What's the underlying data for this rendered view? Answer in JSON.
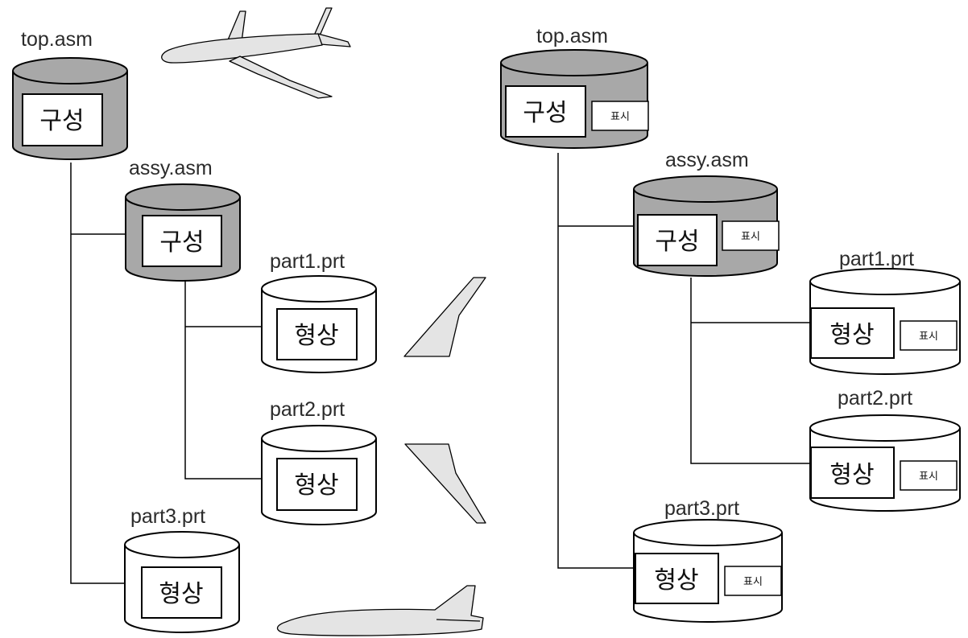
{
  "colors": {
    "assembly_fill": "#a8a8a8",
    "part_fill": "#ffffff",
    "silhouette_fill": "#e4e4e4",
    "line": "#000000"
  },
  "left_tree": {
    "top": {
      "filename": "top.asm",
      "label": "구성"
    },
    "assy": {
      "filename": "assy.asm",
      "label": "구성"
    },
    "part1": {
      "filename": "part1.prt",
      "label": "형상"
    },
    "part2": {
      "filename": "part2.prt",
      "label": "형상"
    },
    "part3": {
      "filename": "part3.prt",
      "label": "형상"
    }
  },
  "right_tree": {
    "top": {
      "filename": "top.asm",
      "label": "구성",
      "tag": "표시"
    },
    "assy": {
      "filename": "assy.asm",
      "label": "구성",
      "tag": "표시"
    },
    "part1": {
      "filename": "part1.prt",
      "label": "형상",
      "tag": "표시"
    },
    "part2": {
      "filename": "part2.prt",
      "label": "형상",
      "tag": "표시"
    },
    "part3": {
      "filename": "part3.prt",
      "label": "형상",
      "tag": "표시"
    }
  },
  "silhouettes": [
    "airplane-icon",
    "wing-icon",
    "tail-wing-icon",
    "fuselage-icon"
  ]
}
